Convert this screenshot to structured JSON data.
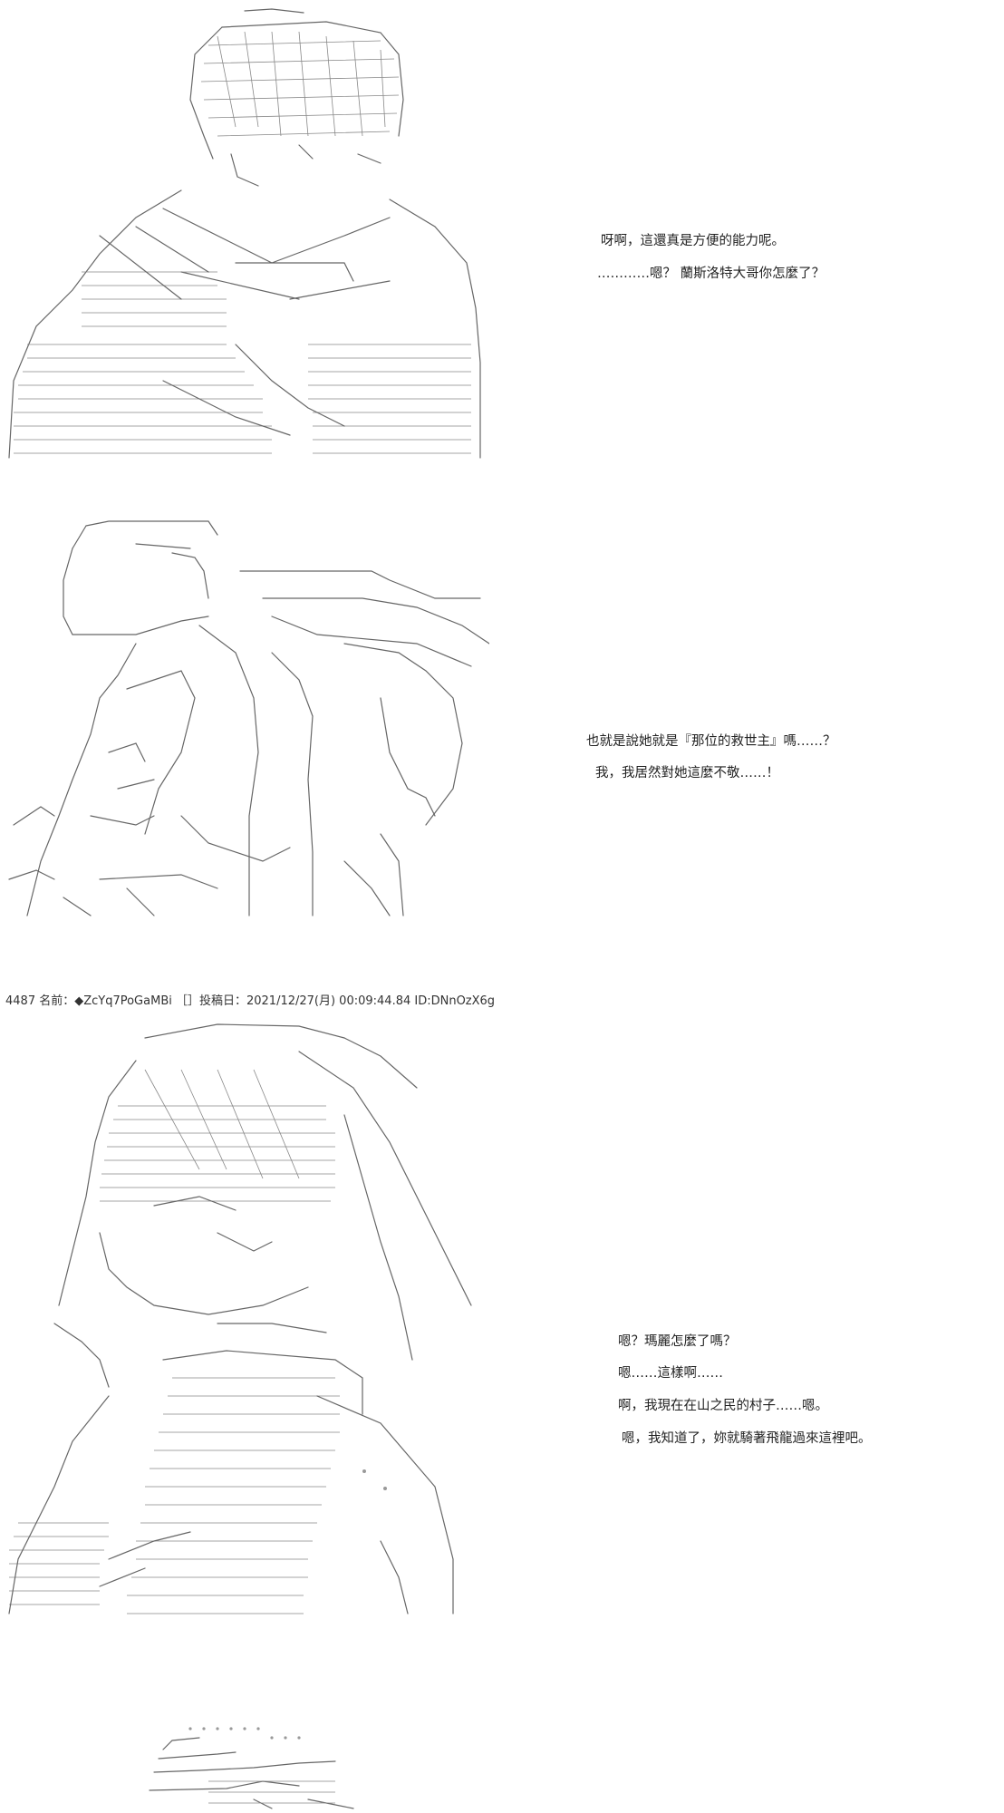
{
  "panels": [
    {
      "lines": [
        "呀啊，這還真是方便的能力呢。",
        "…………嗯？ 蘭斯洛特大哥你怎麼了？"
      ]
    },
    {
      "lines": [
        "也就是說她就是『那位的救世主』嗎……？",
        "我，我居然對她這麼不敬……！"
      ]
    },
    {
      "lines": [
        "嗯？瑪麗怎麼了嗎？",
        "嗯……這樣啊……",
        "啊，我現在在山之民的村子……嗯。",
        "嗯，我知道了，妳就騎著飛龍過來這裡吧。"
      ]
    }
  ],
  "post_header": "4487 名前：◆ZcYq7PoGaMBi ［］投稿日：2021/12/27(月) 00:09:44.84 ID:DNnOzX6g",
  "art_labels": [
    "young man with striped scarf (ascii art)",
    "knight with helmet (ascii art)",
    "long-haired girl (ascii art)",
    "partial figure (ascii art)"
  ],
  "colors": {
    "text": "#222222",
    "art": "#666666",
    "background": "#ffffff"
  }
}
